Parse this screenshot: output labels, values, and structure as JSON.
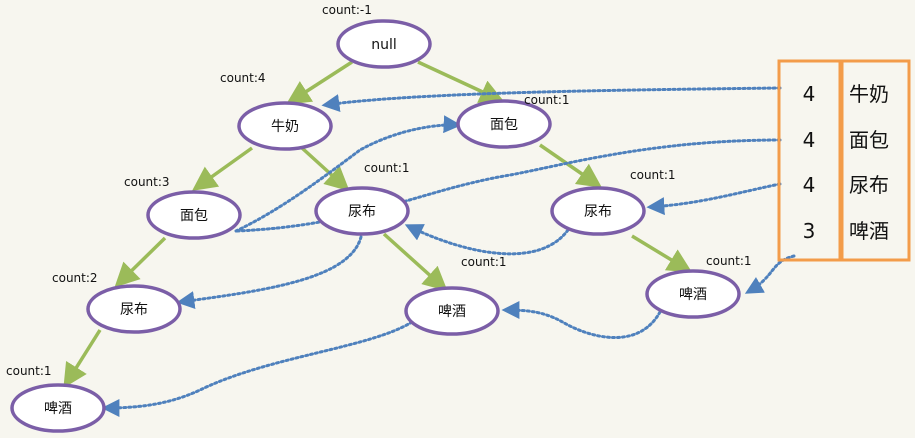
{
  "tree": {
    "root": {
      "name": "null",
      "count_label": "count:-1"
    },
    "nodes": [
      {
        "id": "milk",
        "name": "牛奶",
        "count_label": "count:4"
      },
      {
        "id": "bread_r",
        "name": "面包",
        "count_label": "count:1"
      },
      {
        "id": "bread_l",
        "name": "面包",
        "count_label": "count:3"
      },
      {
        "id": "diaper_m",
        "name": "尿布",
        "count_label": "count:1"
      },
      {
        "id": "diaper_r",
        "name": "尿布",
        "count_label": "count:1"
      },
      {
        "id": "diaper_l",
        "name": "尿布",
        "count_label": "count:2"
      },
      {
        "id": "beer_m",
        "name": "啤酒",
        "count_label": "count:1"
      },
      {
        "id": "beer_r",
        "name": "啤酒",
        "count_label": "count:1"
      },
      {
        "id": "beer_l",
        "name": "啤酒",
        "count_label": "count:1"
      }
    ]
  },
  "header_table": {
    "rows": [
      {
        "count": "4",
        "item": "牛奶"
      },
      {
        "count": "4",
        "item": "面包"
      },
      {
        "count": "4",
        "item": "尿布"
      },
      {
        "count": "3",
        "item": "啤酒"
      }
    ]
  },
  "colors": {
    "node_border": "#7b5ea7",
    "tree_edge": "#9bbb59",
    "link_dotted": "#4f81bd",
    "table_border": "#f39c4a"
  }
}
